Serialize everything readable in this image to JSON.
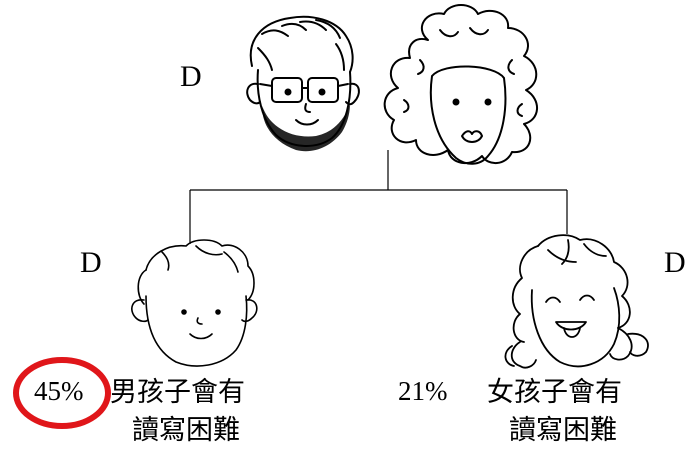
{
  "gene_labels": {
    "father": "D",
    "son": "D",
    "daughter": "D"
  },
  "son": {
    "percent": "45%",
    "line1": "男孩子會有",
    "line2": "讀寫困難"
  },
  "daughter": {
    "percent": "21%",
    "line1": "女孩子會有",
    "line2": "讀寫困難"
  },
  "colors": {
    "highlight_circle": "#e0161a",
    "ink": "#000000"
  }
}
